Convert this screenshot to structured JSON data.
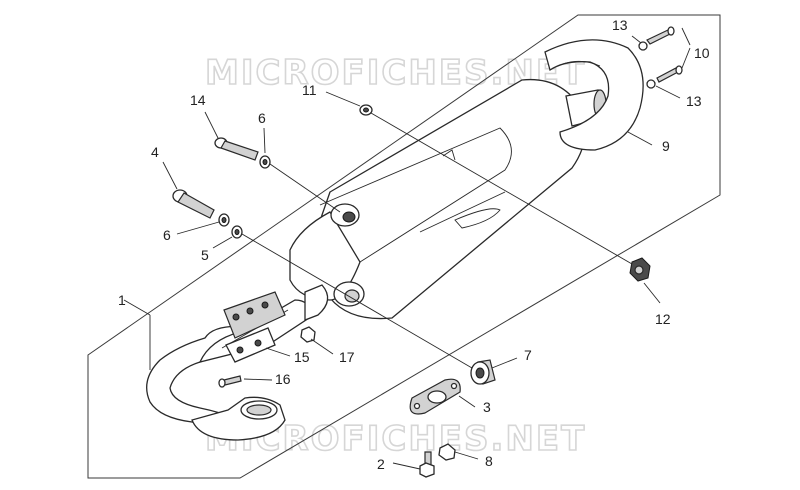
{
  "watermark": "MICROFICHES.NET",
  "callouts": [
    "1",
    "2",
    "3",
    "4",
    "5",
    "6",
    "6",
    "7",
    "8",
    "9",
    "10",
    "11",
    "12",
    "13",
    "13",
    "14",
    "15",
    "16",
    "17"
  ]
}
